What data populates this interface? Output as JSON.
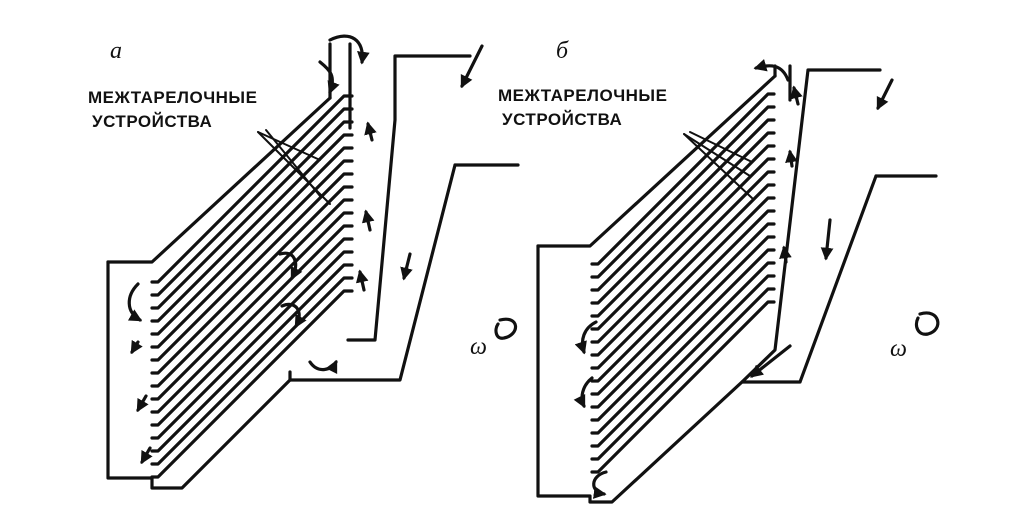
{
  "panels": [
    {
      "letter": "а",
      "label_line1": "МЕЖТАРЕЛОЧНЫЕ",
      "label_line2": "УСТРОЙСТВА",
      "omega": "ω"
    },
    {
      "letter": "б",
      "label_line1": "МЕЖТАРЕЛОЧНЫЕ",
      "label_line2": "УСТРОЙСТВА",
      "omega": "ω"
    }
  ]
}
